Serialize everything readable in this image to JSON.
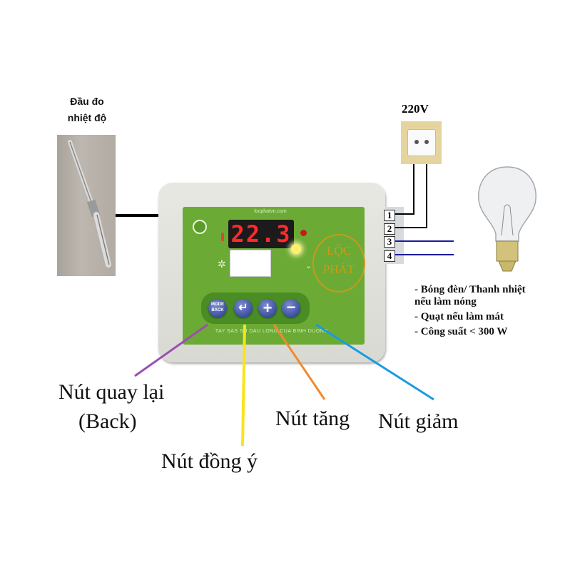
{
  "probe": {
    "label_line1": "Đầu đo",
    "label_line2": "nhiệt độ"
  },
  "controller": {
    "brand_url": "locphatvn.com",
    "display_value": "22.3",
    "logo_line1": "LỘC",
    "logo_line2": "PHÁT",
    "mode_label_1": "MODE",
    "mode_label_2": "BACK",
    "bottom_text": "TAY SAS SU DAU LONG CUA BINH DUONG"
  },
  "power": {
    "voltage_label": "220V",
    "terminals": [
      "1",
      "2",
      "3",
      "4"
    ]
  },
  "notes": {
    "lines": [
      "- Bóng đèn/ Thanh nhiệt",
      "nếu làm nóng",
      "- Quạt nếu làm mát",
      "- Công suất < 300 W"
    ]
  },
  "callouts": {
    "back_line1": "Nút quay lại",
    "back_line2": "(Back)",
    "ok": "Nút đồng ý",
    "increase": "Nút tăng",
    "decrease": "Nút giảm"
  },
  "colors": {
    "back_line": "#9b4fb0",
    "ok_line": "#f7e51a",
    "increase_line": "#f28a2e",
    "decrease_line": "#1a9be0",
    "panel_green": "#6bab35",
    "display_red": "#ff2a2a",
    "wire_blue": "#1b1b9e"
  }
}
